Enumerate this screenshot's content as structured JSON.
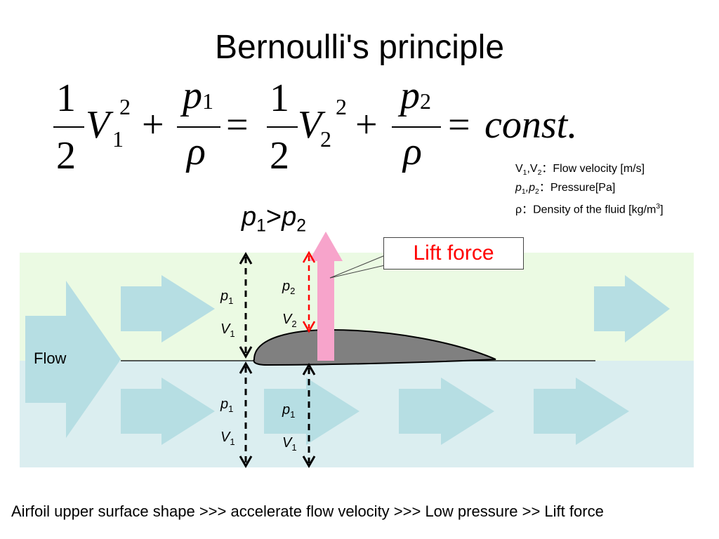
{
  "title": "Bernoulli's principle",
  "equation": {
    "half": "1",
    "two": "2",
    "v": "V",
    "sub1": "1",
    "sub2": "2",
    "sq": "2",
    "p": "p",
    "rho": "ρ",
    "plus": "+",
    "equals": "=",
    "const": "const."
  },
  "legend": {
    "line1_prefix": "V",
    "line1_sub_a": "1",
    "line1_mid": ",V",
    "line1_sub_b": "2",
    "line1_text": "：Flow velocity [m/s]",
    "line2_prefix": "p",
    "line2_sub_a": "1",
    "line2_mid": ",p",
    "line2_sub_b": "2",
    "line2_text": "：Pressure[Pa]",
    "line3_text": "ρ：Density of the fluid [kg/m",
    "line3_sup": "3",
    "line3_end": "]"
  },
  "comparison": {
    "p": "p",
    "sub1": "1",
    "gt": ">",
    "sub2": "2"
  },
  "lift_label": "Lift force",
  "flow_label": "Flow",
  "upper_left": {
    "p": "p",
    "p_sub": "1",
    "v": "V",
    "v_sub": "1"
  },
  "upper_right": {
    "p": "p",
    "p_sub": "2",
    "v": "V",
    "v_sub": "2"
  },
  "lower_left": {
    "p": "p",
    "p_sub": "1",
    "v": "V",
    "v_sub": "1"
  },
  "lower_right": {
    "p": "p",
    "p_sub": "1",
    "v": "V",
    "v_sub": "1"
  },
  "footer": "Airfoil upper surface shape >>> accelerate flow velocity  >>> Low pressure  >> Lift force",
  "colors": {
    "upper_band": "#ebfae3",
    "lower_band": "#dbeef0",
    "flow_arrow": "#b6dee3",
    "airfoil": "#808080",
    "lift_arrow": "#f7a4cb",
    "red_arrow": "#ff0000"
  }
}
